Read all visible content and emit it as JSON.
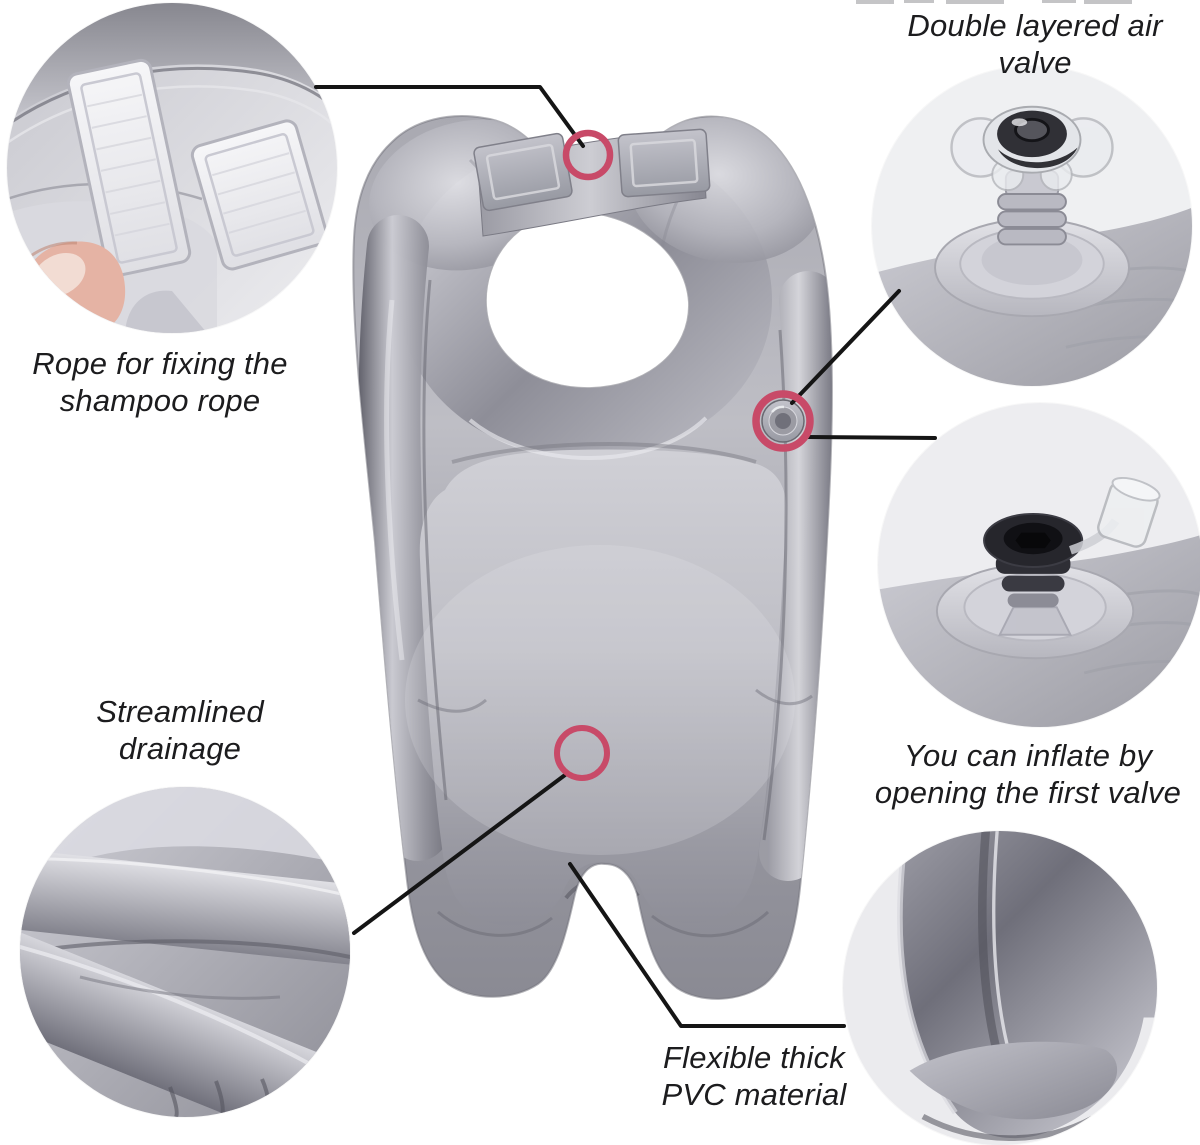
{
  "annotations": {
    "air_valve": {
      "lines": [
        "Double layered air valve"
      ]
    },
    "rope": {
      "lines": [
        "Rope for fixing the",
        "shampoo rope"
      ]
    },
    "drainage": {
      "lines": [
        "Streamlined",
        "drainage"
      ]
    },
    "inflate": {
      "lines": [
        "You can inflate by",
        "opening the first valve"
      ]
    },
    "pvc": {
      "lines": [
        "Flexible thick",
        "PVC material"
      ]
    }
  },
  "colors": {
    "marker_ring": "#c84a68",
    "leader_line": "#151515",
    "label_text": "#1c1c1e",
    "background": "#ffffff",
    "product_silver": "#a6a6ae"
  }
}
